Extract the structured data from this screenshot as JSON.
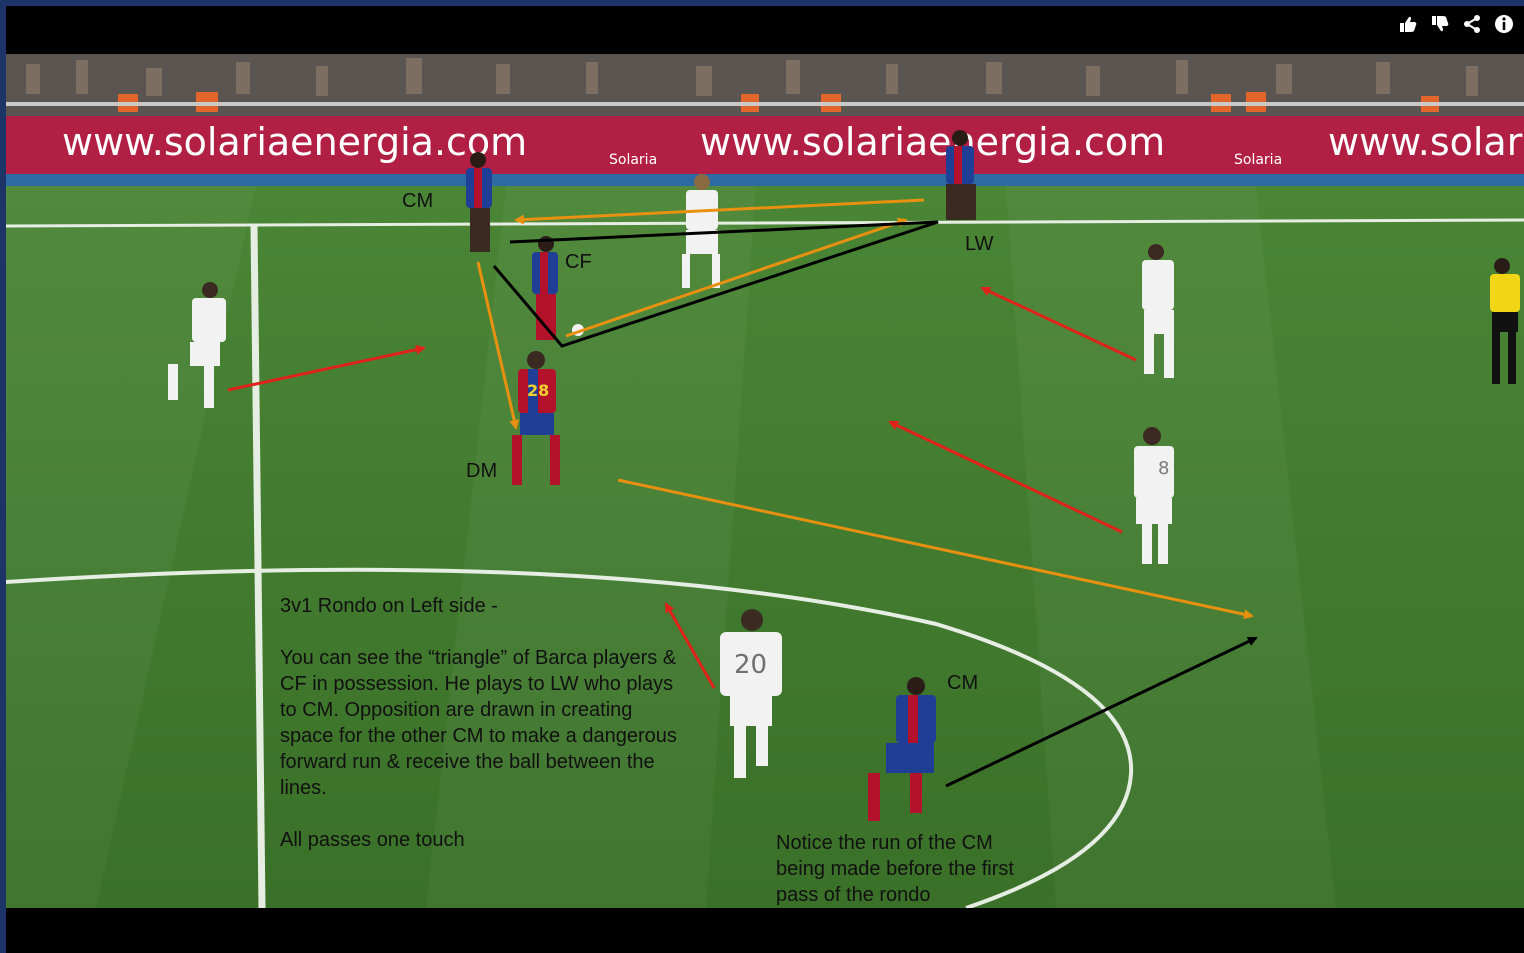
{
  "toolbar": {
    "icons": [
      "thumbs-up-icon",
      "thumbs-down-icon",
      "share-icon",
      "info-icon"
    ]
  },
  "ads": {
    "banner_text": "www.solariaenergia.com",
    "brand": "Solaria"
  },
  "labels": {
    "cm_top": "CM",
    "cf": "CF",
    "lw": "LW",
    "dm": "DM",
    "cm_bottom": "CM"
  },
  "jerseys": {
    "dm_number": "28",
    "white_20": "20",
    "white_8": "8"
  },
  "annotations": {
    "rondo_title": "3v1 Rondo on Left side -",
    "rondo_body": "You can see the “triangle” of Barca players & CF in possession. He plays to LW who plays to CM. Opposition are drawn in creating space for the other CM to make a dangerous forward run & receive the ball between the lines.",
    "rondo_footer": "All passes one touch",
    "run_note": "Notice the run of the CM being made before the first pass of the rondo"
  },
  "colors": {
    "frame": "#1c3566",
    "pitch": "#3d7a2c",
    "pass_arrow": "#e8900f",
    "press_arrow": "#e0231a",
    "run_arrow": "#000000",
    "barca_blue": "#1f3f96",
    "barca_red": "#b3122a",
    "ad_board": "#b21f44"
  }
}
